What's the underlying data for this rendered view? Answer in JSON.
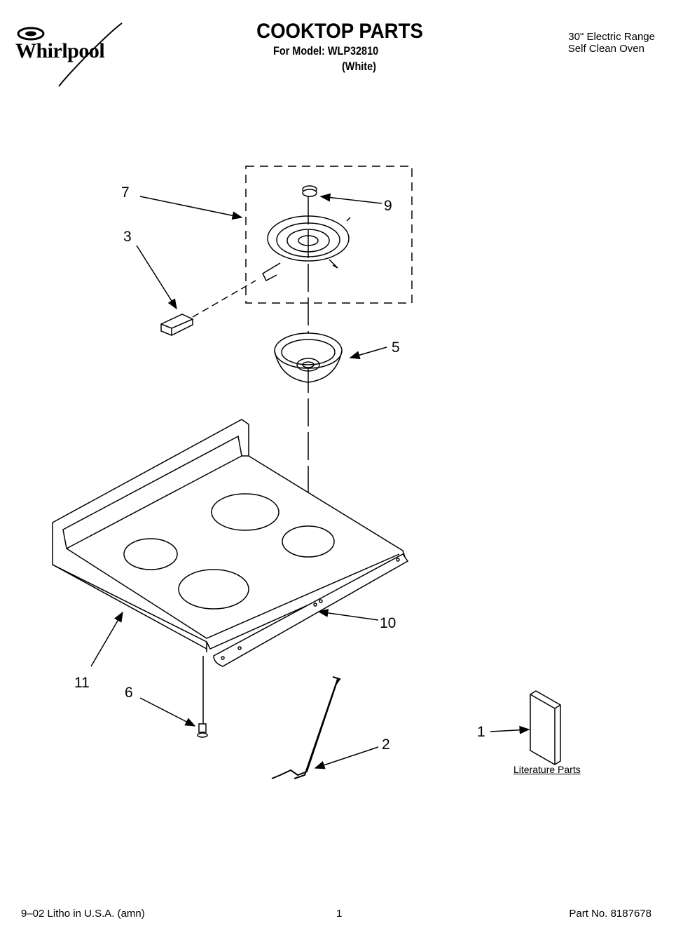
{
  "header": {
    "brand": "Whirlpool",
    "title": "COOKTOP PARTS",
    "model_line": "For Model: WLP32810",
    "color": "(White)",
    "product_line1": "30\" Electric Range",
    "product_line2": "Self Clean Oven"
  },
  "callouts": {
    "c7": "7",
    "c9": "9",
    "c3": "3",
    "c5": "5",
    "c10": "10",
    "c11": "11",
    "c6": "6",
    "c2": "2",
    "c1": "1"
  },
  "literature_label": "Literature Parts",
  "footer": {
    "print_info": "9–02 Litho in U.S.A. (amn)",
    "page": "1",
    "part_no": "Part No. 8187678"
  }
}
